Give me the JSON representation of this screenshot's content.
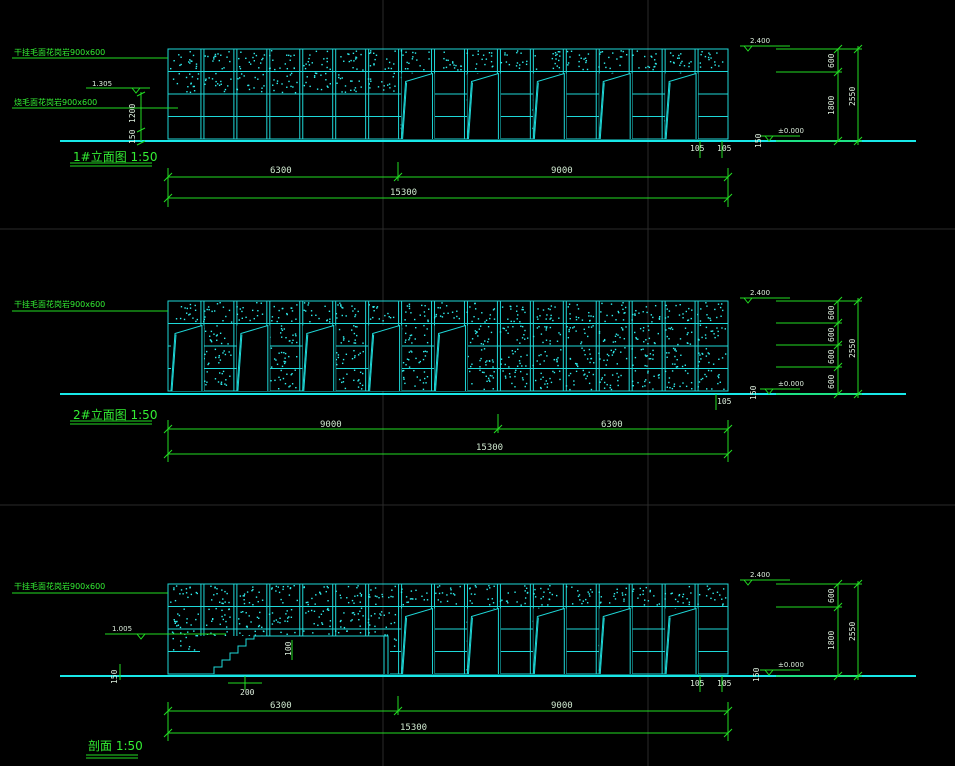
{
  "colors": {
    "background": "#000000",
    "wall": "#1ed8d8",
    "dimension": "#22dd22",
    "ground": "#18e8e8"
  },
  "drawings": [
    {
      "id": "elev1",
      "title": "1#立面图 1:50",
      "labels": [
        "干挂毛面花岗岩900x600",
        "烧毛面花岗岩900x600"
      ],
      "level_small": "1.305",
      "level_top": "2.400",
      "level_zero": "±0.000",
      "vdims_left": [
        "150",
        "1200"
      ],
      "vdims_right": [
        "600",
        "1800",
        "2550"
      ],
      "dims_top": [
        "6300",
        "9000"
      ],
      "dims_total": "15300",
      "dims_small": [
        "105",
        "105",
        "150"
      ]
    },
    {
      "id": "elev2",
      "title": "2#立面图 1:50",
      "labels": [
        "干挂毛面花岗岩900x600"
      ],
      "level_top": "2.400",
      "level_zero": "±0.000",
      "vdims_right": [
        "600",
        "600",
        "600",
        "600",
        "2550"
      ],
      "dims_top": [
        "9000",
        "6300"
      ],
      "dims_total": "15300",
      "dims_small": [
        "105",
        "150"
      ]
    },
    {
      "id": "section",
      "title": "剖面 1:50",
      "labels": [
        "干挂毛面花岗岩900x600"
      ],
      "level_small": "1.005",
      "level_top": "2.400",
      "level_zero": "±0.000",
      "vdims_left": [
        "150"
      ],
      "vdims_stair": "100",
      "dim_stair": "200",
      "vdims_right": [
        "600",
        "1800",
        "2550"
      ],
      "dims_top": [
        "6300",
        "9000"
      ],
      "dims_total": "15300",
      "dims_small": [
        "105",
        "105",
        "150"
      ]
    }
  ]
}
